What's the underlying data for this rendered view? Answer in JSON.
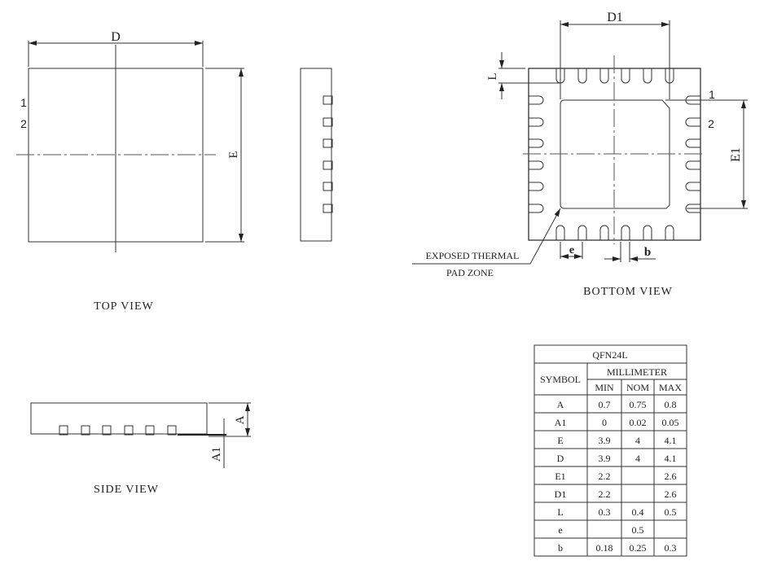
{
  "top_view": {
    "label": "TOP VIEW",
    "dim_d": "D",
    "dim_e": "E",
    "pin1": "1",
    "pin2": "2"
  },
  "side_view": {
    "label": "SIDE VIEW",
    "dim_a": "A",
    "dim_a1": "A1"
  },
  "bottom_view": {
    "label": "BOTTOM  VIEW",
    "dim_d1": "D1",
    "dim_e1": "E1",
    "dim_l": "L",
    "dim_e": "e",
    "dim_b": "b",
    "pin1": "1",
    "pin2": "2",
    "callout_line1": "EXPOSED THERMAL",
    "callout_line2": "PAD ZONE"
  },
  "table": {
    "title": "QFN24L",
    "symbol_header": "SYMBOL",
    "unit_header": "MILLIMETER",
    "columns": [
      "MIN",
      "NOM",
      "MAX"
    ],
    "rows": [
      {
        "symbol": "A",
        "min": "0.7",
        "nom": "0.75",
        "max": "0.8"
      },
      {
        "symbol": "A1",
        "min": "0",
        "nom": "0.02",
        "max": "0.05"
      },
      {
        "symbol": "E",
        "min": "3.9",
        "nom": "4",
        "max": "4.1"
      },
      {
        "symbol": "D",
        "min": "3.9",
        "nom": "4",
        "max": "4.1"
      },
      {
        "symbol": "E1",
        "min": "2.2",
        "nom": "",
        "max": "2.6"
      },
      {
        "symbol": "D1",
        "min": "2.2",
        "nom": "",
        "max": "2.6"
      },
      {
        "symbol": "L",
        "min": "0.3",
        "nom": "0.4",
        "max": "0.5"
      },
      {
        "symbol": "e",
        "min": "",
        "nom": "0.5",
        "max": ""
      },
      {
        "symbol": "b",
        "min": "0.18",
        "nom": "0.25",
        "max": "0.3"
      }
    ]
  }
}
